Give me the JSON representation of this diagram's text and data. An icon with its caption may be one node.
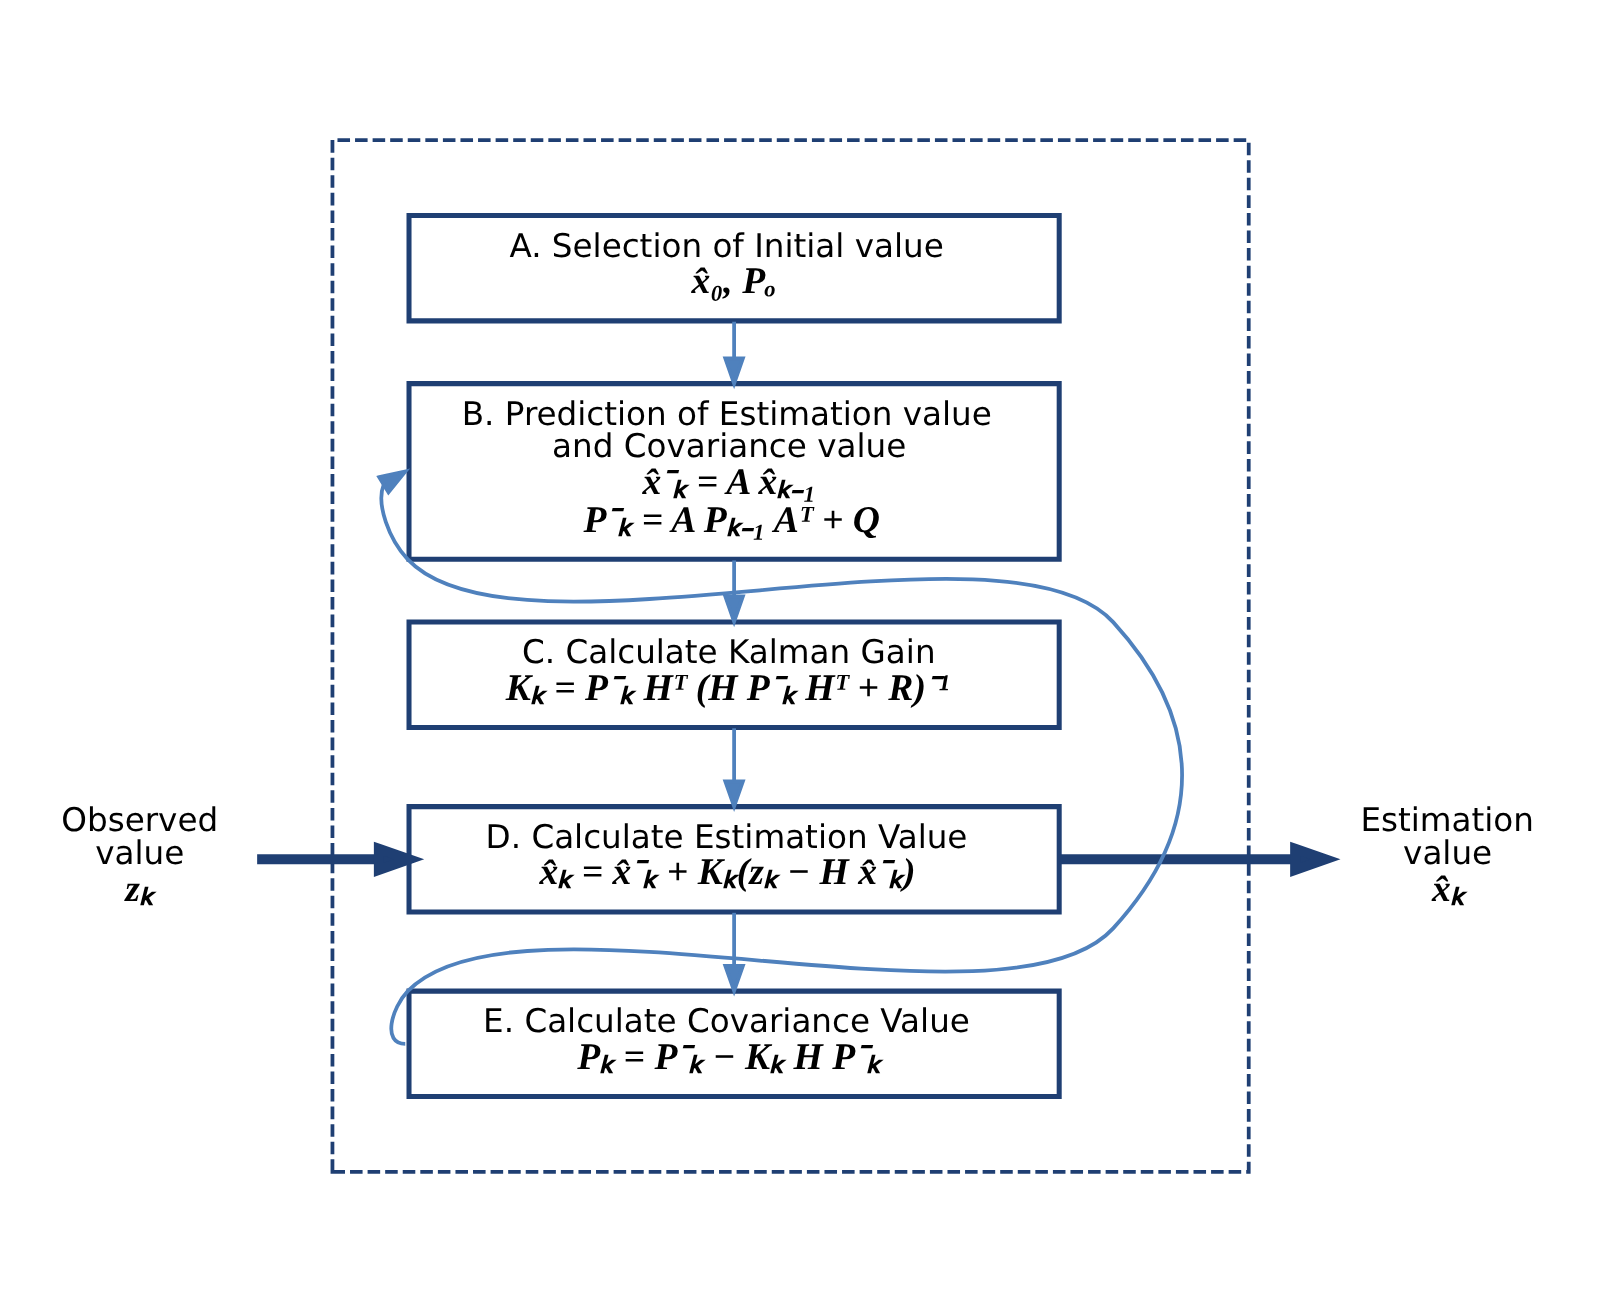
{
  "diagram": {
    "nodes": [
      {
        "text": [],
        "shape": "box"
      },
      {
        "text": [
          "A. Selection of Initial value",
          "x̂₀, Pₒ"
        ],
        "in": 0
      },
      {
        "text": [
          "B. Prediction of Estimation value and Covariance value",
          "x̂⁻ₖ = A x̂ₖ₋₁",
          "P⁻ₖ = A Pₖ₋₁ Aᵀ + Q"
        ],
        "in": 0
      },
      {
        "text": [
          "C. Calculate Kalman Gain",
          "Kₖ = P⁻ₖ Hᵀ (H P⁻ₖ Hᵀ + R)⁻¹"
        ],
        "in": 0
      },
      {
        "text": [
          "D. Calculate Estimation Value",
          "x̂ₖ = x̂⁻ₖ + Kₖ(zₖ − H x̂⁻ₖ)"
        ],
        "in": 0
      },
      {
        "text": [
          "E. Calculate Covariance Value",
          "Pₖ = P⁻ₖ − Kₖ H P⁻ₖ"
        ],
        "in": 0
      },
      {
        "text": [
          "Observed value",
          "zₖ"
        ]
      },
      {
        "text": [
          "Estimation value",
          "x̂ₖ"
        ]
      }
    ],
    "edges": [
      {
        "from": 1,
        "to": 2,
        "arrow": "to"
      },
      {
        "from": 2,
        "to": 3,
        "arrow": "to"
      },
      {
        "from": 3,
        "to": 4,
        "arrow": "to"
      },
      {
        "from": 4,
        "to": 5,
        "arrow": "to"
      },
      {
        "from": 5,
        "to": 2,
        "arrow": "to"
      },
      {
        "from": 6,
        "to": 4,
        "arrow": "to",
        "style": "thick",
        "color": "#1f3f73"
      },
      {
        "from": 4,
        "to": 7,
        "arrow": "to",
        "style": "thick",
        "color": "#1f3f73"
      }
    ]
  }
}
